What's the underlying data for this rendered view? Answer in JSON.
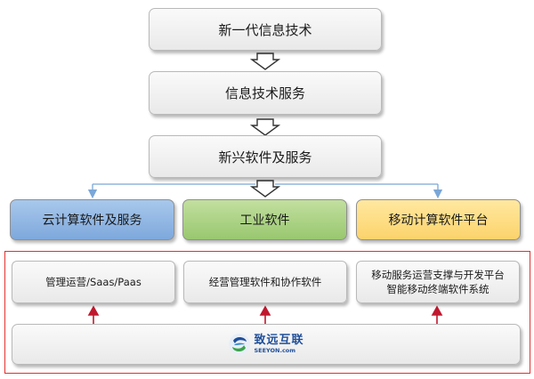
{
  "layers": {
    "top": "新一代信息技术",
    "middle": "信息技术服务",
    "bottom": "新兴软件及服务"
  },
  "categories": [
    {
      "label": "云计算软件及服务",
      "color": "#8fb6e4"
    },
    {
      "label": "工业软件",
      "color": "#a9d384"
    },
    {
      "label": "移动计算软件平台",
      "color": "#fde08a"
    }
  ],
  "subitems": [
    {
      "line1": "管理运营/Saas/Paas",
      "line2": ""
    },
    {
      "line1": "经营管理软件和协作软件",
      "line2": ""
    },
    {
      "line1": "移动服务运营支撑与开发平台",
      "line2": "智能移动终端软件系统"
    }
  ],
  "logo": {
    "name": "致远互联",
    "url_text": "SEEYON.com",
    "icon": "seeyon-logo-icon"
  },
  "colors": {
    "frame": "#e03030",
    "up_arrow": "#c0182e",
    "connector": "#7aa7d8"
  }
}
